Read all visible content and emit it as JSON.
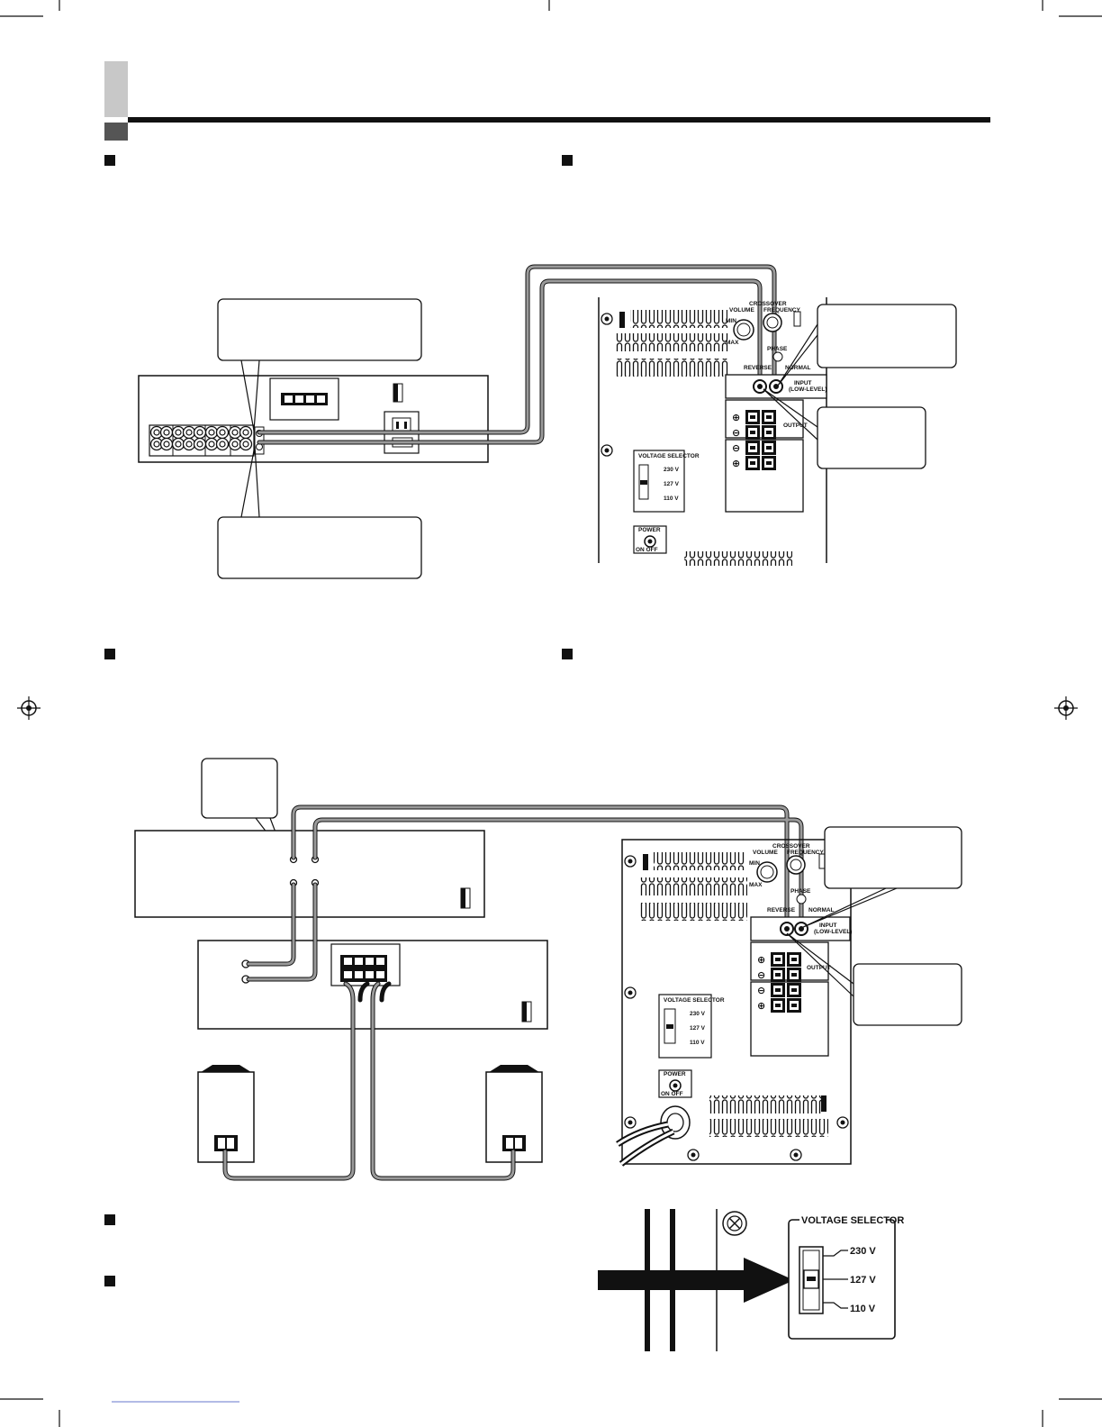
{
  "subwoofer_panel": {
    "volume_label": "VOLUME",
    "crossover_label": "CROSSOVER",
    "frequency_label": "FREQUENCY",
    "min_label": "MIN",
    "max_label": "MAX",
    "phase_label": "PHASE",
    "reverse_label": "REVERSE",
    "normal_label": "NORMAL",
    "input_label": "INPUT",
    "input_sub_label": "(LOW-LEVEL)",
    "output_label": "OUTPUT",
    "voltage_selector_label": "VOLTAGE SELECTOR",
    "v230": "230 V",
    "v127": "127 V",
    "v110": "110 V",
    "power_label": "POWER",
    "power_sub_label": "ON  OFF"
  },
  "voltage_selector_detail": {
    "title": "VOLTAGE SELECTOR",
    "v230": "230 V",
    "v127": "127 V",
    "v110": "110 V"
  }
}
